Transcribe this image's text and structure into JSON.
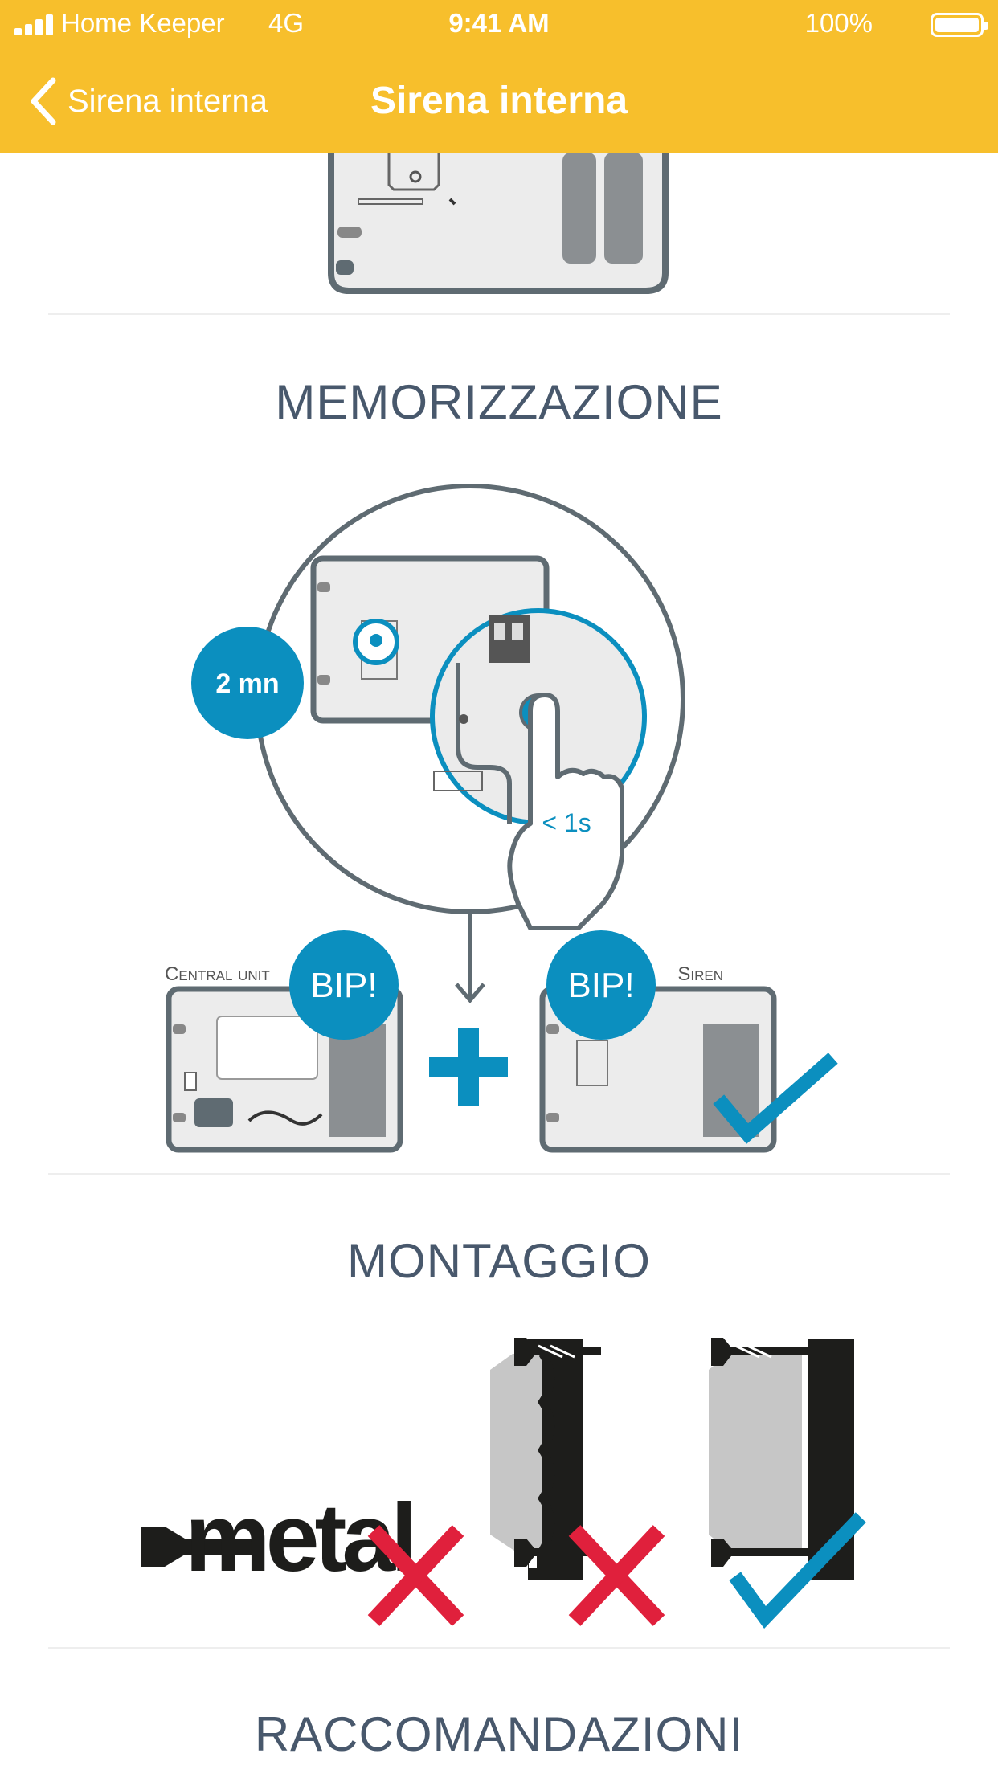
{
  "status_bar": {
    "carrier": "Home Keeper",
    "network": "4G",
    "time": "9:41 AM",
    "battery": "100%"
  },
  "nav": {
    "back_label": "Sirena interna",
    "title": "Sirena interna"
  },
  "sections": {
    "memorizzazione": "MEMORIZZAZIONE",
    "montaggio": "MONTAGGIO",
    "raccomandazioni": "RACCOMANDAZIONI"
  },
  "memorizzazione_illustration": {
    "timer_label": "2 mn",
    "press_label": "< 1s",
    "central_unit_label": "Central unit",
    "siren_label": "Siren",
    "beep_left": "BIP!",
    "beep_right": "BIP!"
  },
  "montaggio_illustration": {
    "metal_label": "metal"
  },
  "colors": {
    "header": "#f7bf2c",
    "accent_blue": "#0b8fbf",
    "cross_red": "#e0203c",
    "text": "#48586c"
  }
}
